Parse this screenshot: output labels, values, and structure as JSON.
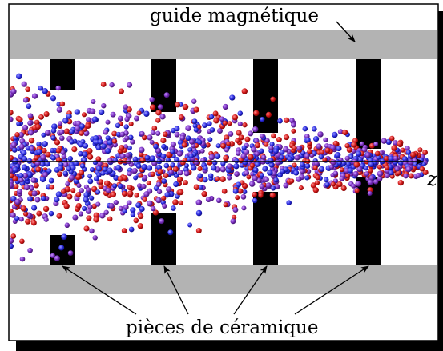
{
  "labels": {
    "guide": "guide magnétique",
    "pieces": "pièces de céramique",
    "axis": "z"
  },
  "colors": {
    "background": "#ffffff",
    "frame": "#000000",
    "guide_band": "#b3b3b3",
    "ceramic": "#000000",
    "particle_red": "#d11a1a",
    "particle_blue": "#2c2ce0",
    "particle_violet": "#7a2fbf"
  },
  "particles": {
    "count": 1400,
    "mix": [
      "particle_red",
      "particle_blue",
      "particle_violet"
    ]
  }
}
